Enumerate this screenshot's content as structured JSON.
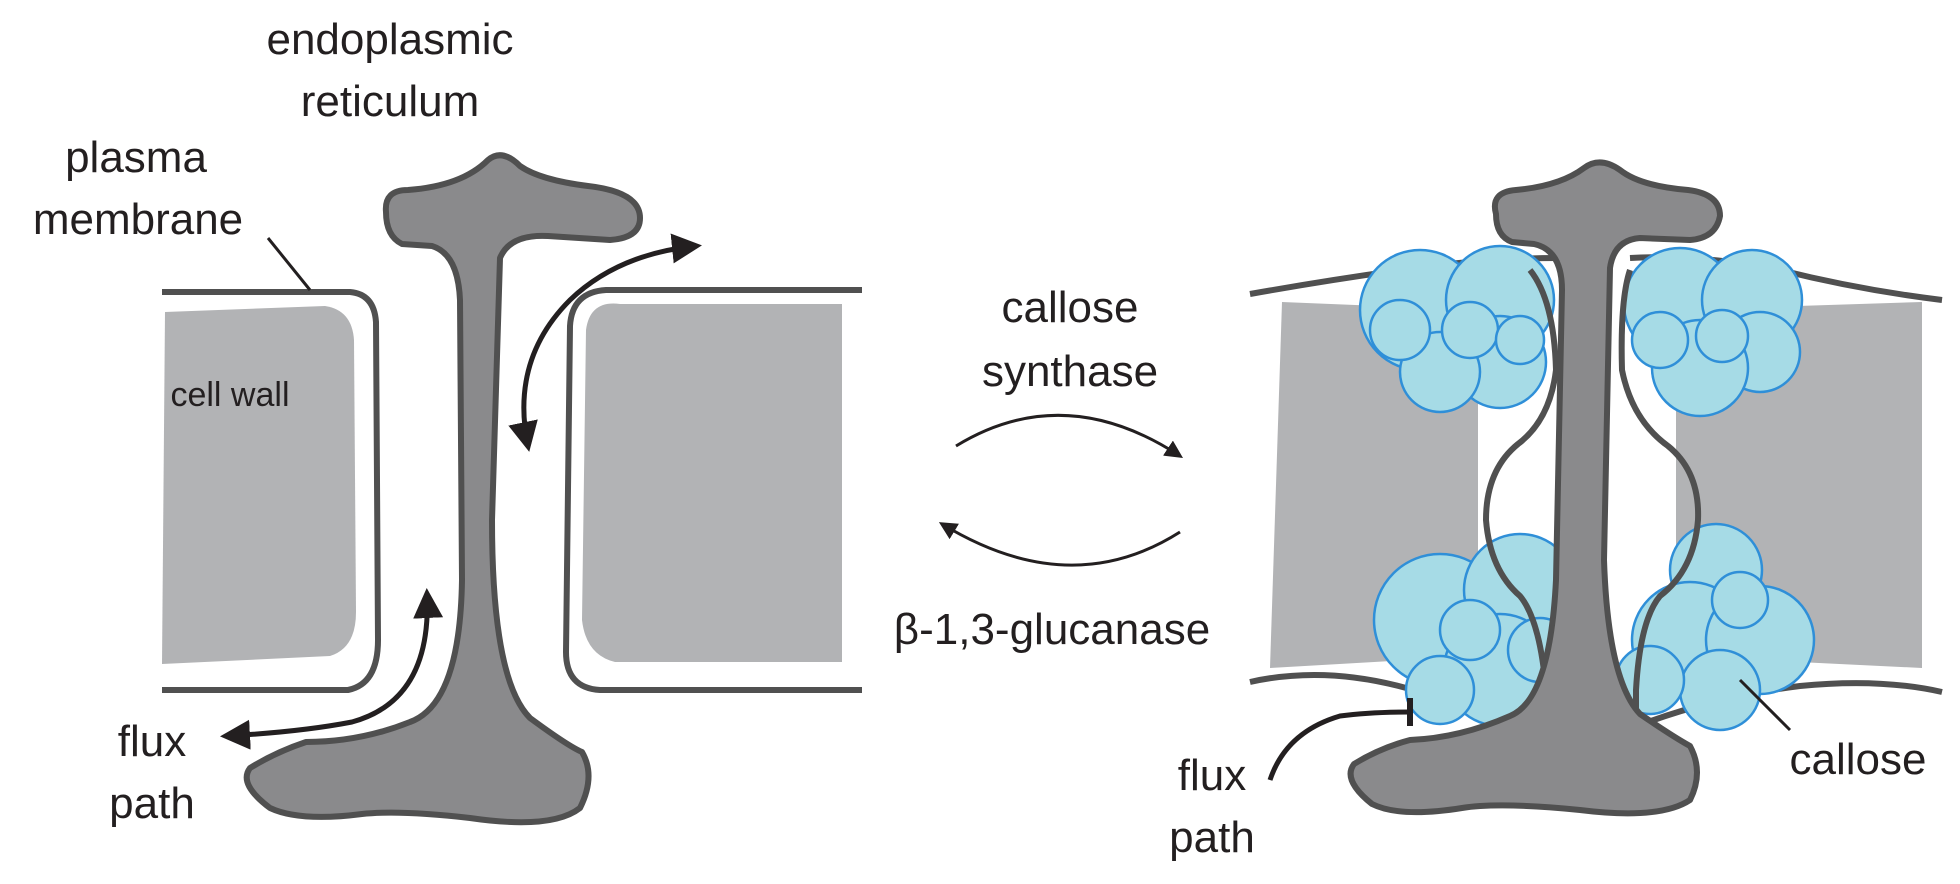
{
  "labels": {
    "er_line1": "endoplasmic",
    "er_line2": "reticulum",
    "pm_line1": "plasma",
    "pm_line2": "membrane",
    "cell_wall": "cell wall",
    "flux_left_line1": "flux",
    "flux_left_line2": "path",
    "synthase_line1": "callose",
    "synthase_line2": "synthase",
    "glucanase": "β-1,3-glucanase",
    "flux_right_line1": "flux",
    "flux_right_line2": "path",
    "callose": "callose"
  },
  "colors": {
    "outline": "#505050",
    "er_fill": "#8a8a8c",
    "cell_wall_fill": "#b2b3b5",
    "callose_fill": "#a6dbe6",
    "callose_stroke": "#2f8fd8",
    "arrow": "#231f20",
    "text": "#231f20"
  }
}
